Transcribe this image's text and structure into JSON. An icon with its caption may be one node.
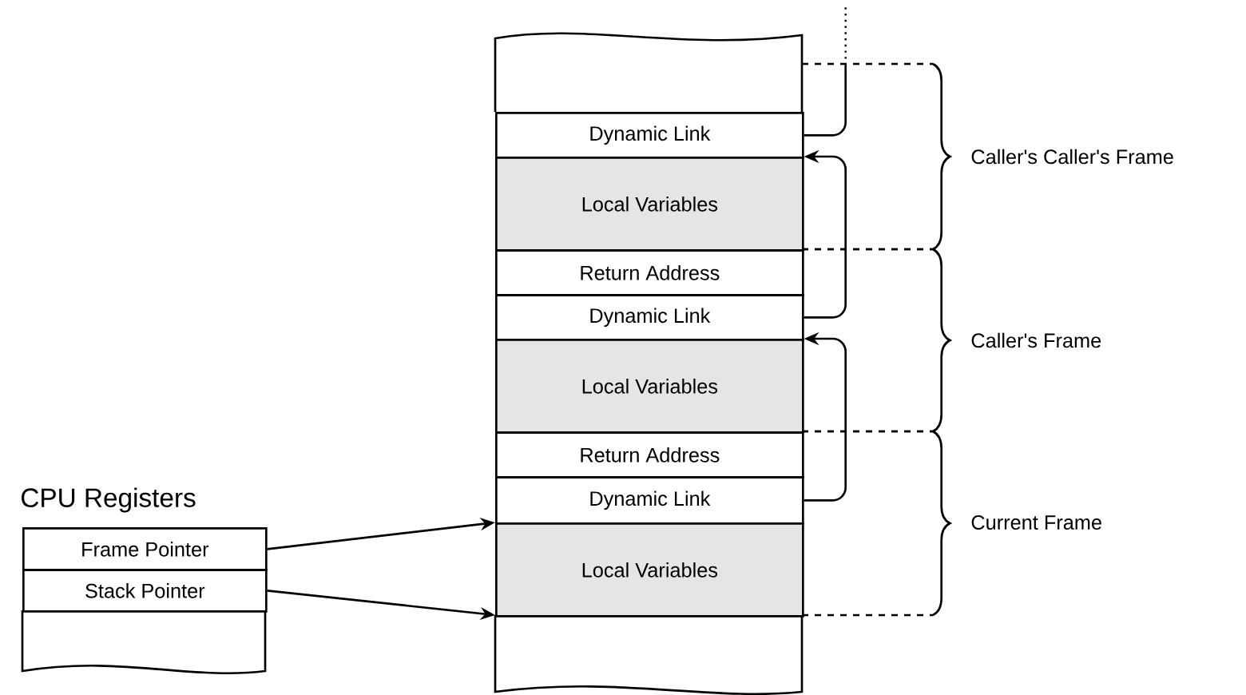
{
  "diagram": {
    "nodes": [
      {
        "text": [],
        "shape": "box"
      },
      {
        "text": [
          "Dynamic Link"
        ]
      },
      {
        "text": [
          "Local Variables"
        ]
      },
      {
        "text": [
          "Return Address"
        ]
      },
      {
        "text": [
          "Dynamic Link"
        ]
      },
      {
        "text": [
          "Local Variables"
        ]
      },
      {
        "text": [
          "Return Address"
        ]
      },
      {
        "text": [
          "Dynamic Link"
        ]
      },
      {
        "text": [
          "Local Variables"
        ]
      },
      {
        "text": [],
        "shape": "box"
      },
      {
        "text": [
          "Frame Pointer"
        ]
      },
      {
        "text": [
          "Stack Pointer"
        ]
      },
      {
        "text": [],
        "shape": "box"
      }
    ],
    "edges": [
      {
        "from": 1,
        "to": null,
        "arrow": "none"
      },
      {
        "from": 4,
        "to": 2,
        "arrow": "to"
      },
      {
        "from": 7,
        "to": 5,
        "arrow": "to"
      },
      {
        "from": 10,
        "to": 8,
        "arrow": "to"
      },
      {
        "from": 11,
        "to": 9,
        "arrow": "to"
      }
    ],
    "labels": [
      "CPU Registers",
      "Caller's Caller's Frame",
      "Caller's Frame",
      "Current Frame"
    ]
  }
}
